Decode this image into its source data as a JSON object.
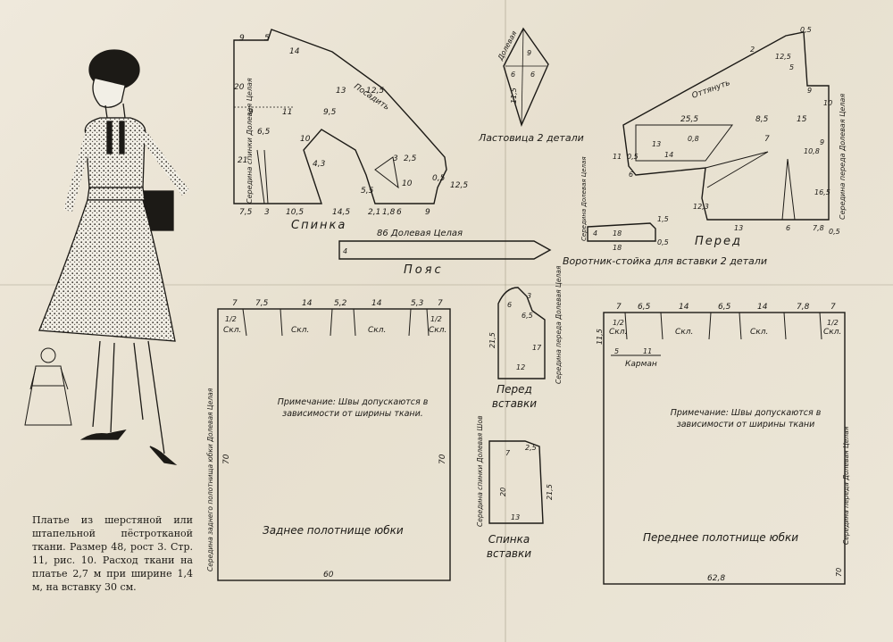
{
  "caption": "Платье из шерстяной или штапельной пёстротканой ткани. Размер 48, рост 3. Стр. 11, рис. 10. Расход ткани на платье 2,7 м при ширине 1,4 м, на вставку 30 см.",
  "back_bodice": {
    "title": "Спинка",
    "center_label": "Середина спинки Долевая Целая",
    "ease_label": "Посадить",
    "dims": [
      "9",
      "5",
      "14",
      "20",
      "13",
      "12,5",
      "9",
      "11",
      "9,5",
      "6,5",
      "10",
      "4,3",
      "21",
      "3",
      "2,5",
      "10",
      "0,5",
      "12,5",
      "5,5",
      "7,5",
      "3",
      "10,5",
      "14,5",
      "2,1",
      "1,8",
      "6",
      "9"
    ]
  },
  "gusset": {
    "title": "Ластовица 2 детали",
    "grain": "Долевая",
    "dims": [
      "9",
      "6",
      "6",
      "11,5"
    ]
  },
  "front_bodice": {
    "title": "Перед",
    "center_label": "Середина переда Долевая Целая",
    "stretch_label": "Оттянуть",
    "dims": [
      "0,5",
      "2",
      "12,5",
      "5",
      "9",
      "10",
      "25,5",
      "8,5",
      "15",
      "7",
      "11",
      "0,5",
      "13",
      "14",
      "0,8",
      "9",
      "10,8",
      "6",
      "12,3",
      "16,5",
      "13",
      "6",
      "7,8",
      "0,5"
    ]
  },
  "belt": {
    "title": "Пояс",
    "label": "86 Долевая Целая",
    "end_dim": "4"
  },
  "collar": {
    "title": "Воротник-стойка для вставки 2 детали",
    "center_label": "Середина Долевая Целая",
    "dims": [
      "4",
      "18",
      "1,5",
      "18",
      "0,5"
    ]
  },
  "front_insert": {
    "title": "Перед вставки",
    "center_label": "Середина переда Долевая Целая",
    "dims": [
      "3",
      "6",
      "6,5",
      "21,5",
      "17",
      "12"
    ]
  },
  "back_insert": {
    "title": "Спинка вставки",
    "center_label": "Середина спинки Долевая Шов",
    "dims": [
      "7",
      "2,5",
      "20",
      "21,5",
      "13"
    ]
  },
  "back_skirt": {
    "title": "Заднее полотнище юбки",
    "center_label": "Середина заднего полотнища юбки Долевая Целая",
    "note": "Примечание: Швы допускаются в зависимости от ширины ткани.",
    "pleat": "Скл.",
    "half": "1/2",
    "top_dims": [
      "7",
      "7,5",
      "14",
      "5,2",
      "14",
      "5,3",
      "7"
    ],
    "height": "70",
    "height_right": "70",
    "width": "60"
  },
  "front_skirt": {
    "title": "Переднее полотнище юбки",
    "center_label": "Середина переда Долевая Целая",
    "note": "Примечание: Швы допускаются в зависимости от ширины ткани",
    "pleat": "Скл.",
    "half": "1/2",
    "pocket": "Карман",
    "top_dims": [
      "7",
      "6,5",
      "14",
      "6,5",
      "14",
      "7,8",
      "7"
    ],
    "pocket_dims": [
      "11,5",
      "5",
      "11"
    ],
    "height": "70",
    "width": "62,8"
  }
}
